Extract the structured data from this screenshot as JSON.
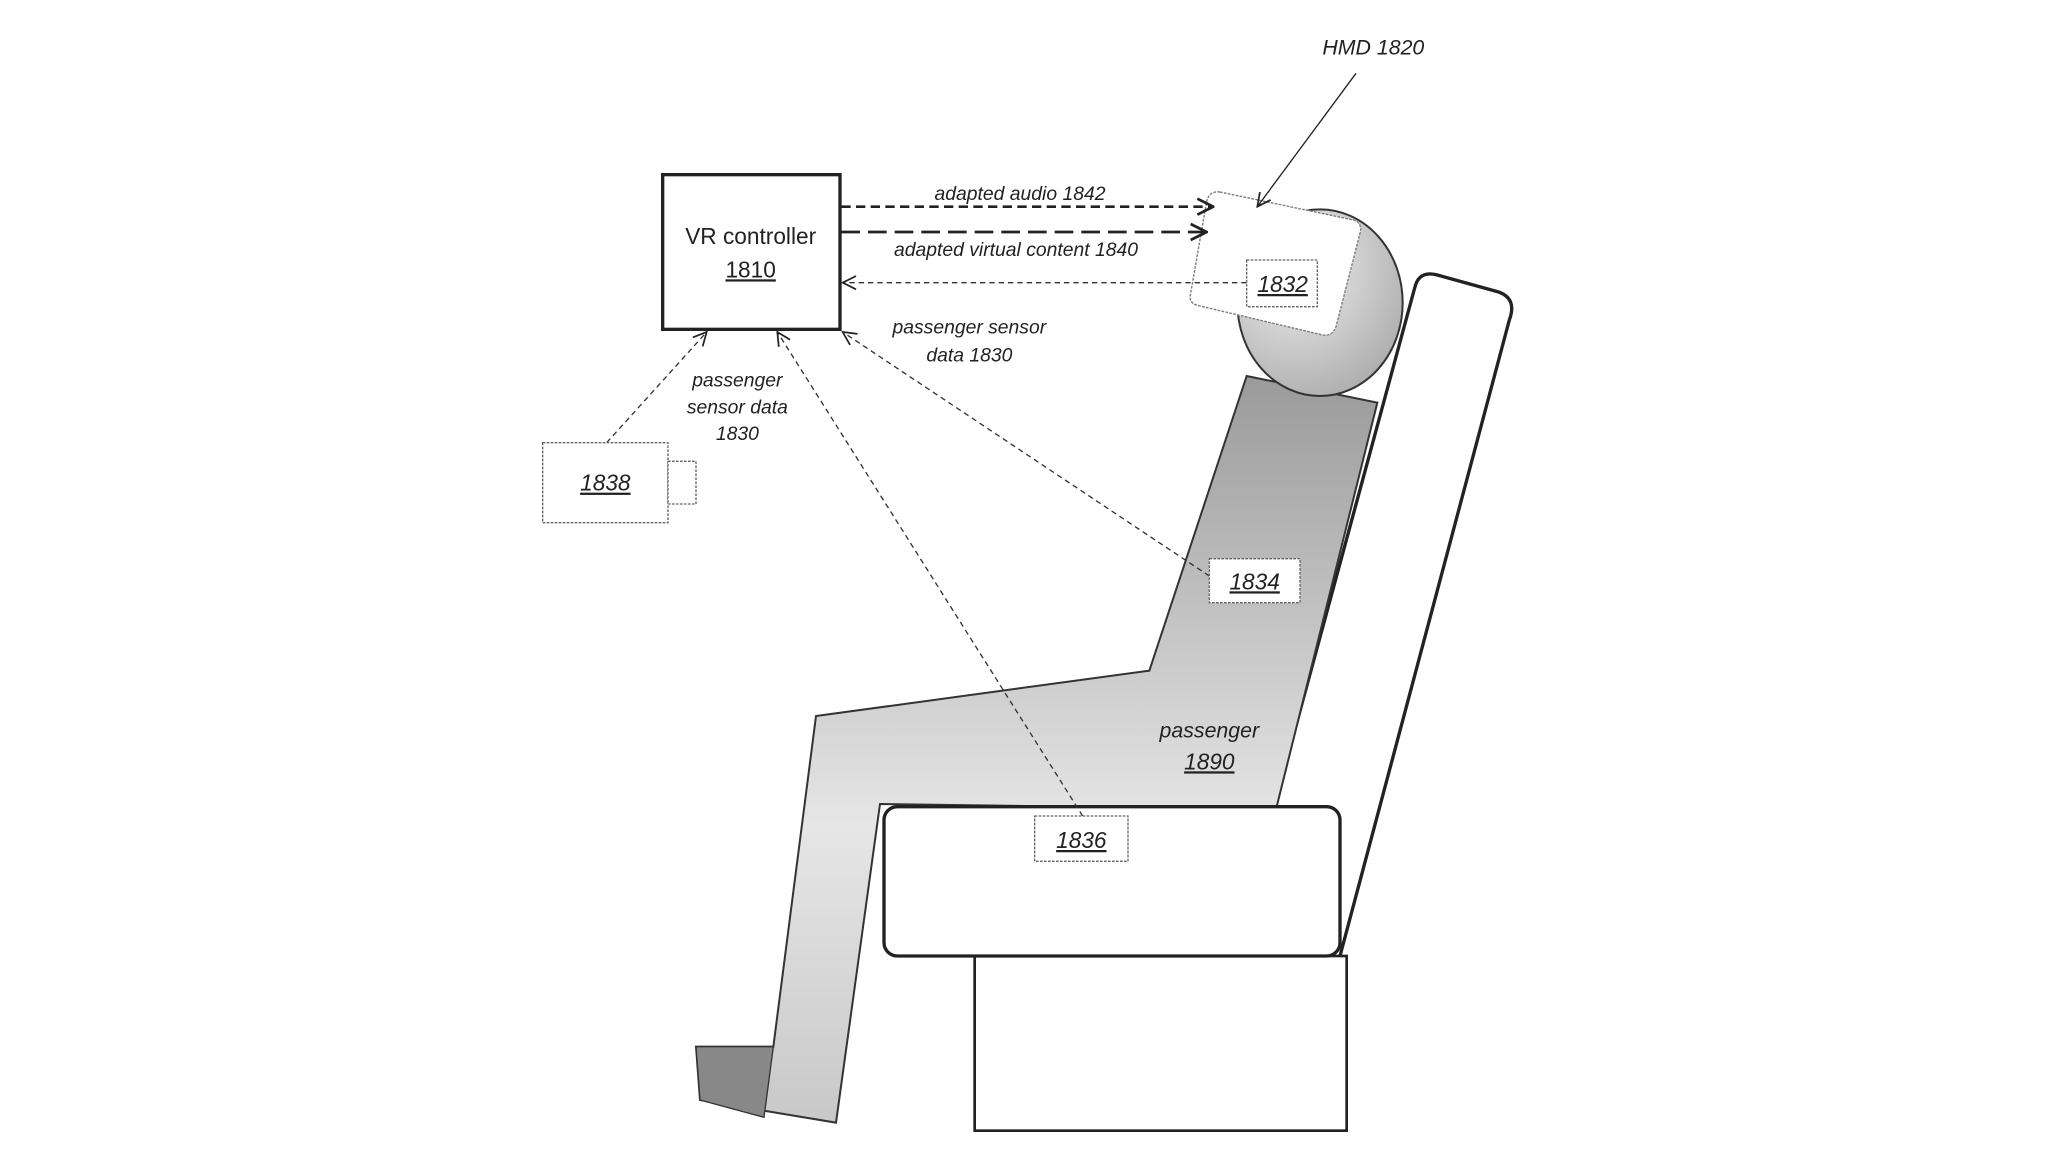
{
  "figure": {
    "hmd_label": "HMD 1820",
    "controller": {
      "title": "VR controller",
      "ref": "1810"
    },
    "arrows": {
      "audio": "adapted audio 1842",
      "virtual_content": "adapted virtual content 1840",
      "sensor_data_right_line1": "passenger sensor",
      "sensor_data_right_line2": "data 1830",
      "sensor_data_left_line1": "passenger",
      "sensor_data_left_line2": "sensor data",
      "sensor_data_left_line3": "1830"
    },
    "sensors": {
      "hmd_sensor": "1832",
      "body_sensor": "1834",
      "seat_sensor": "1836",
      "camera": "1838"
    },
    "passenger": {
      "label": "passenger",
      "ref": "1890"
    }
  }
}
